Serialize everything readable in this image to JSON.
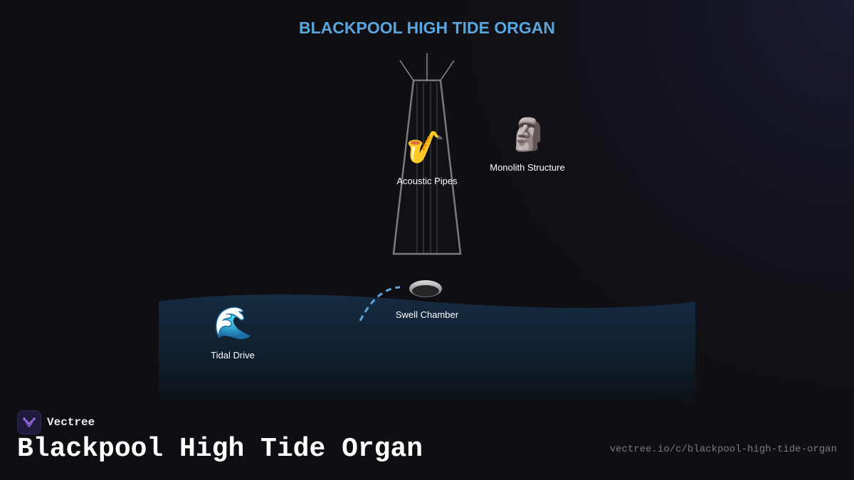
{
  "diagram": {
    "title": "BLACKPOOL HIGH TIDE ORGAN",
    "title_color": "#5aa6dc",
    "water_color": "#142a40",
    "flow_line_color": "#5aa6dc",
    "nodes": [
      {
        "id": "acoustic-pipes",
        "label": "Acoustic Pipes",
        "icon": "saxophone-icon",
        "glyph": "🎷"
      },
      {
        "id": "monolith-structure",
        "label": "Monolith Structure",
        "icon": "moai-icon",
        "glyph": "🗿"
      },
      {
        "id": "swell-chamber",
        "label": "Swell Chamber",
        "icon": "chamber-disc-icon"
      },
      {
        "id": "tidal-drive",
        "label": "Tidal Drive",
        "icon": "wave-icon",
        "glyph": "🌊"
      }
    ]
  },
  "brand": {
    "name": "Vectree",
    "logo_icon": "vectree-logo-icon",
    "accent": "#8a4fd8"
  },
  "footer": {
    "title": "Blackpool High Tide Organ",
    "url": "vectree.io/c/blackpool-high-tide-organ"
  }
}
